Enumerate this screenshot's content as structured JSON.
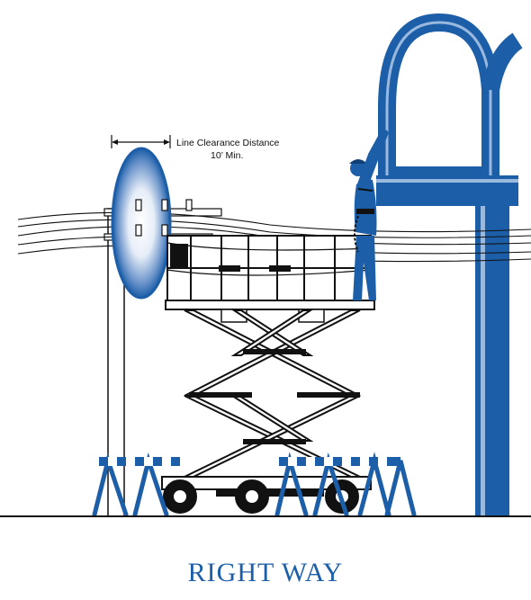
{
  "annotation": {
    "line1": "Line Clearance Distance",
    "line2": "10’ Min."
  },
  "caption": "RIGHT WAY",
  "colors": {
    "brand_blue": "#1c5ea8",
    "dark_blue": "#123f75",
    "line": "#111111"
  }
}
